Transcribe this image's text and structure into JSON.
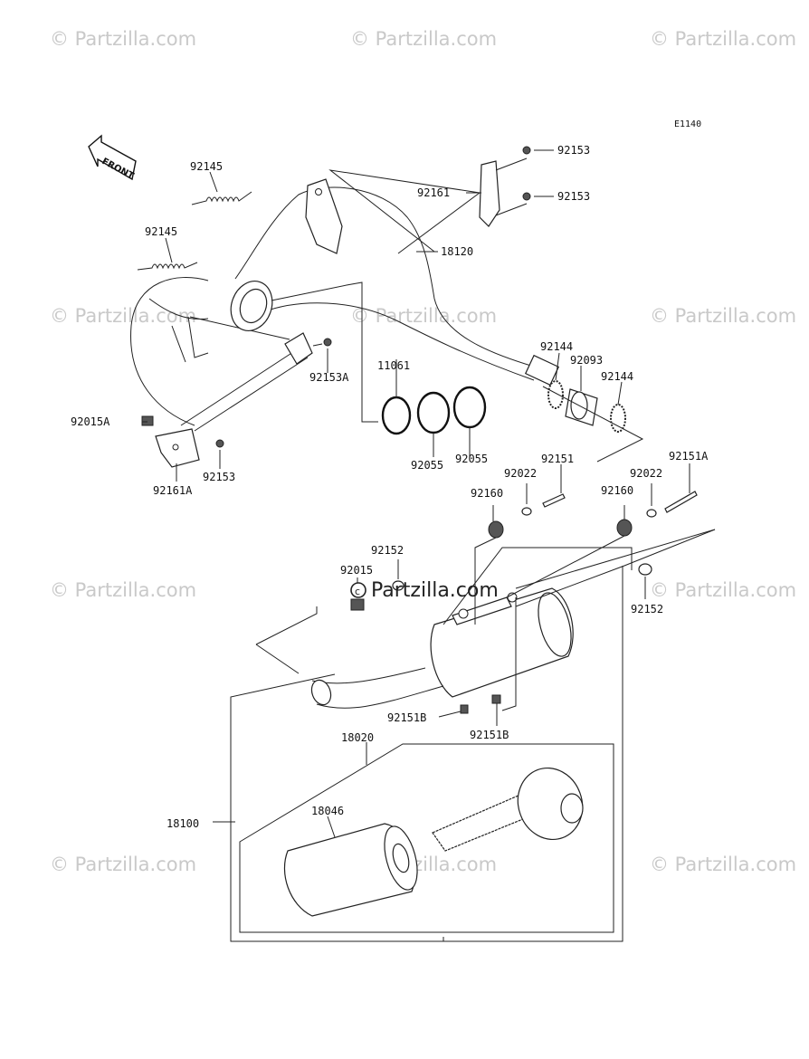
{
  "watermark": "© Partzilla.com",
  "center_watermark": "Partzilla.com",
  "diagram_code": "E1140",
  "front_label": "FRONT",
  "labels": {
    "p92145a": "92145",
    "p92145b": "92145",
    "p92161": "92161",
    "p92153_top1": "92153",
    "p92153_top2": "92153",
    "p18120": "18120",
    "p92153A": "92153A",
    "p11061": "11061",
    "p92055a": "92055",
    "p92055b": "92055",
    "p92144a": "92144",
    "p92093": "92093",
    "p92144b": "92144",
    "p92015A": "92015A",
    "p92153_low": "92153",
    "p92161A": "92161A",
    "p92151": "92151",
    "p92151A": "92151A",
    "p92022a": "92022",
    "p92022b": "92022",
    "p92160a": "92160",
    "p92160b": "92160",
    "p92152a": "92152",
    "p92015": "92015",
    "p92152b": "92152",
    "p92151Ba": "92151B",
    "p92151Bb": "92151B",
    "p18020": "18020",
    "p18046": "18046",
    "p18100": "18100"
  }
}
